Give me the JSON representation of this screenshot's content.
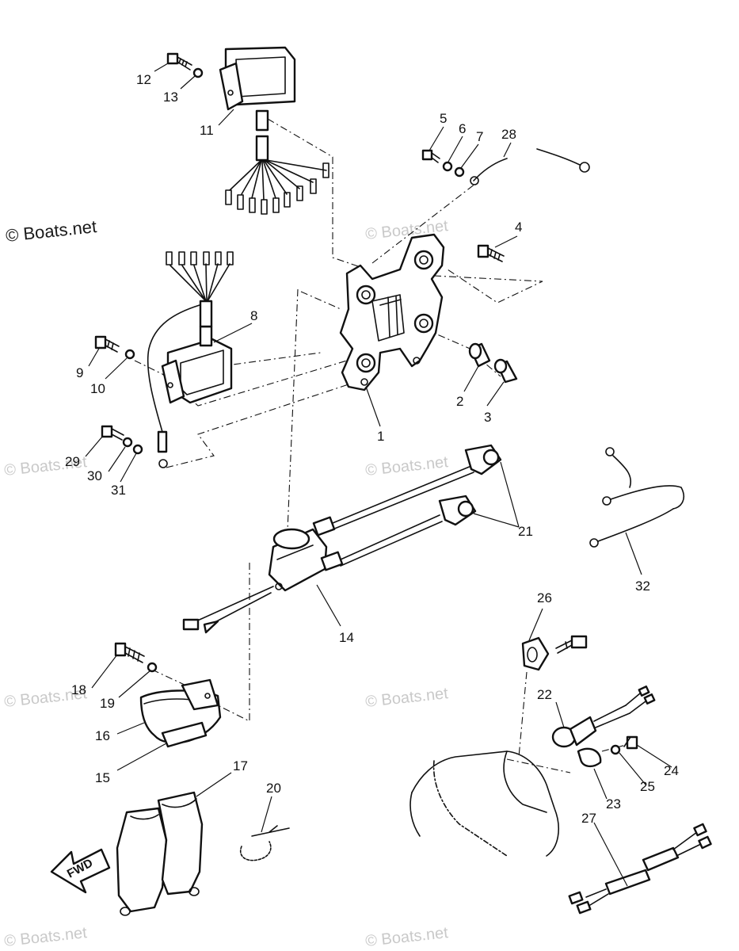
{
  "watermarks": {
    "main": "© Boats.net",
    "faint": "© Boats.net"
  },
  "fwd_label": "FWD",
  "callouts": {
    "c1": "1",
    "c2": "2",
    "c3": "3",
    "c4": "4",
    "c5": "5",
    "c6": "6",
    "c7": "7",
    "c8": "8",
    "c9": "9",
    "c10": "10",
    "c11": "11",
    "c12": "12",
    "c13": "13",
    "c14": "14",
    "c15": "15",
    "c16": "16",
    "c17": "17",
    "c18": "18",
    "c19": "19",
    "c20": "20",
    "c21": "21",
    "c22": "22",
    "c23": "23",
    "c24": "24",
    "c25": "25",
    "c26": "26",
    "c27": "27",
    "c28": "28",
    "c29": "29",
    "c30": "30",
    "c31": "31",
    "c32": "32"
  }
}
